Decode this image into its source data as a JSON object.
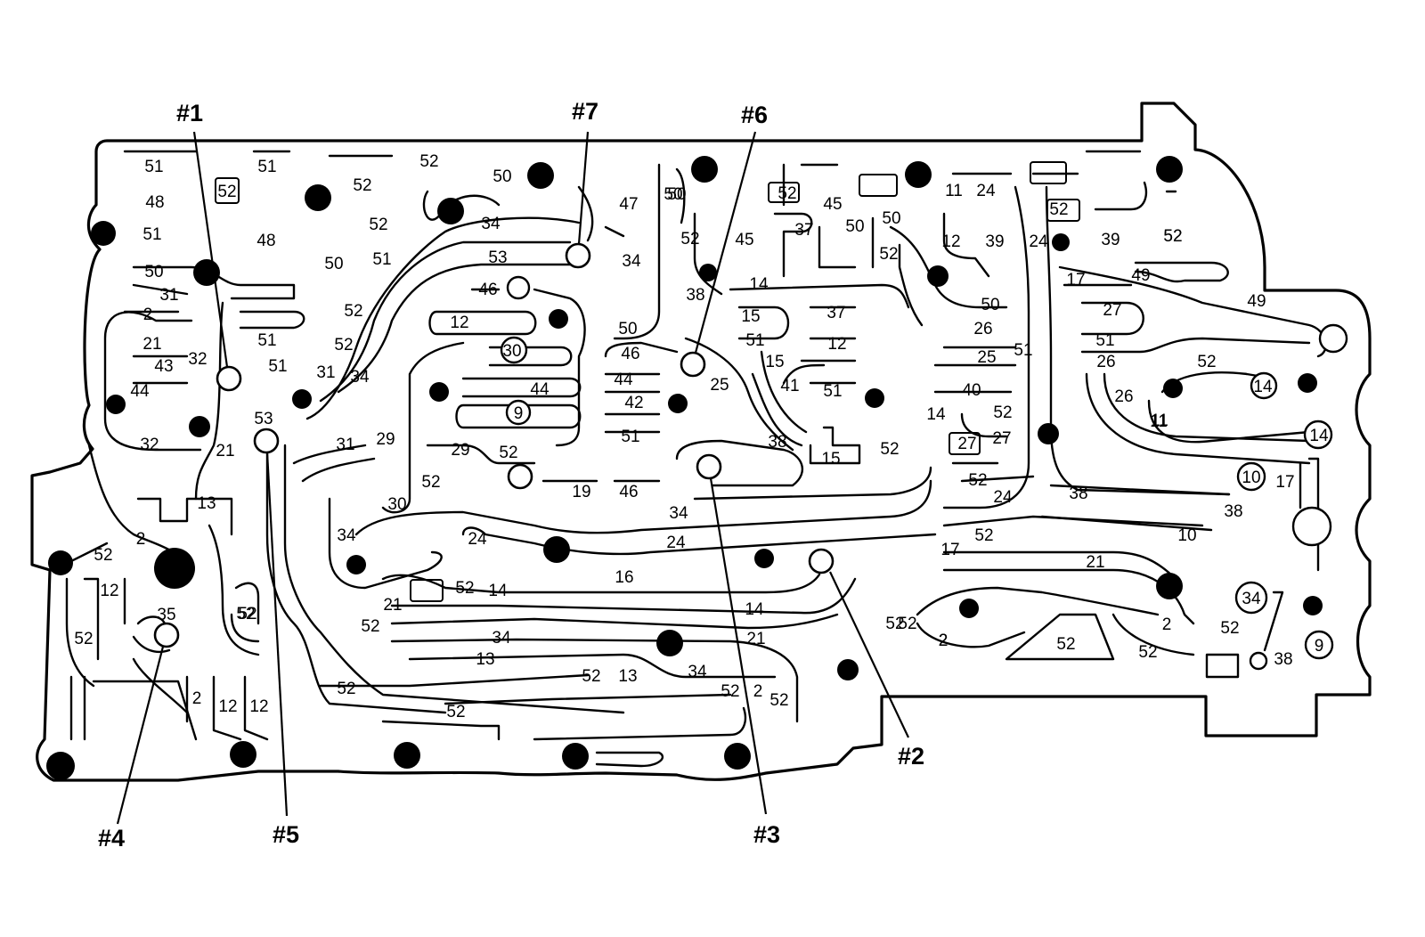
{
  "callouts": {
    "c1": "#1",
    "c2": "#2",
    "c3": "#3",
    "c4": "#4",
    "c5": "#5",
    "c6": "#6",
    "c7": "#7"
  },
  "passage_labels": [
    "51",
    "51",
    "48",
    "52",
    "52",
    "52",
    "51",
    "48",
    "50",
    "50",
    "52",
    "51",
    "50",
    "31",
    "2",
    "52",
    "52",
    "21",
    "43",
    "32",
    "51",
    "44",
    "31",
    "34",
    "51",
    "32",
    "53",
    "21",
    "31",
    "29",
    "13",
    "2",
    "52",
    "12",
    "52",
    "35",
    "52",
    "2",
    "12",
    "12",
    "50",
    "34",
    "53",
    "46",
    "47",
    "34",
    "50",
    "12",
    "30",
    "44",
    "9",
    "29",
    "52",
    "52",
    "30",
    "19",
    "46",
    "34",
    "24",
    "24",
    "34",
    "16",
    "14",
    "52",
    "52",
    "21",
    "52",
    "34",
    "13",
    "52",
    "52",
    "13",
    "34",
    "52",
    "52",
    "2",
    "52",
    "52",
    "21",
    "14",
    "50",
    "52",
    "45",
    "37",
    "50",
    "52",
    "14",
    "38",
    "46",
    "44",
    "42",
    "51",
    "15",
    "51",
    "37",
    "12",
    "15",
    "41",
    "51",
    "25",
    "38",
    "15",
    "52",
    "45",
    "52",
    "50",
    "11",
    "24",
    "12",
    "39",
    "52",
    "24",
    "50",
    "26",
    "25",
    "14",
    "40",
    "52",
    "27",
    "51",
    "52",
    "27",
    "24",
    "52",
    "17",
    "52",
    "39",
    "52",
    "49",
    "49",
    "17",
    "27",
    "51",
    "26",
    "26",
    "14",
    "11",
    "52",
    "11",
    "14",
    "10",
    "17",
    "38",
    "38",
    "10",
    "21",
    "2",
    "34",
    "2",
    "52",
    "52",
    "38",
    "9",
    "52",
    "52",
    "2"
  ]
}
